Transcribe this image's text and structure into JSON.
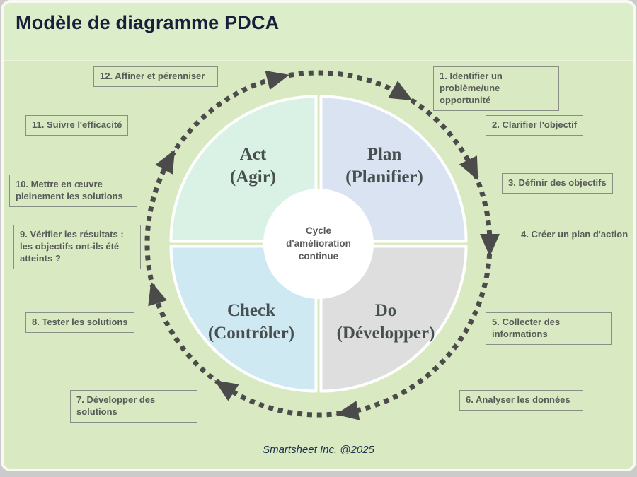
{
  "header": {
    "title": "Modèle de diagramme PDCA"
  },
  "diagram": {
    "center_label": "Cycle d'amélioration continue",
    "quadrants": {
      "act": {
        "en": "Act",
        "fr": "(Agir)",
        "color": "#d9f2e5"
      },
      "plan": {
        "en": "Plan",
        "fr": "(Planifier)",
        "color": "#d9e3f2"
      },
      "check": {
        "en": "Check",
        "fr": "(Contrôler)",
        "color": "#cfe9f2"
      },
      "do": {
        "en": "Do",
        "fr": "(Développer)",
        "color": "#dedede"
      }
    },
    "steps": [
      {
        "label": "1. Identifier un problème/une opportunité"
      },
      {
        "label": "2. Clarifier l'objectif"
      },
      {
        "label": "3. Définir des objectifs"
      },
      {
        "label": "4. Créer un plan d'action"
      },
      {
        "label": "5. Collecter des informations"
      },
      {
        "label": "6. Analyser les données"
      },
      {
        "label": "7. Développer des solutions"
      },
      {
        "label": "8. Tester les solutions"
      },
      {
        "label": "9. Vérifier les résultats : les objectifs ont-ils été atteints ?"
      },
      {
        "label": "10. Mettre en œuvre pleinement les solutions"
      },
      {
        "label": "11. Suivre l'efficacité"
      },
      {
        "label": "12. Affiner et pérenniser"
      }
    ],
    "flow_direction": "clockwise",
    "arrow_color": "#4b4b4b"
  },
  "footer": {
    "credit": "Smartsheet Inc. @2025"
  },
  "colors": {
    "page_background": "#d9e9c1",
    "header_background": "#dcedc9",
    "title_text": "#16203b",
    "step_text": "#575b57",
    "step_border": "#8a8e84",
    "quadrant_label_text": "#47504f",
    "center_text": "#595959"
  }
}
